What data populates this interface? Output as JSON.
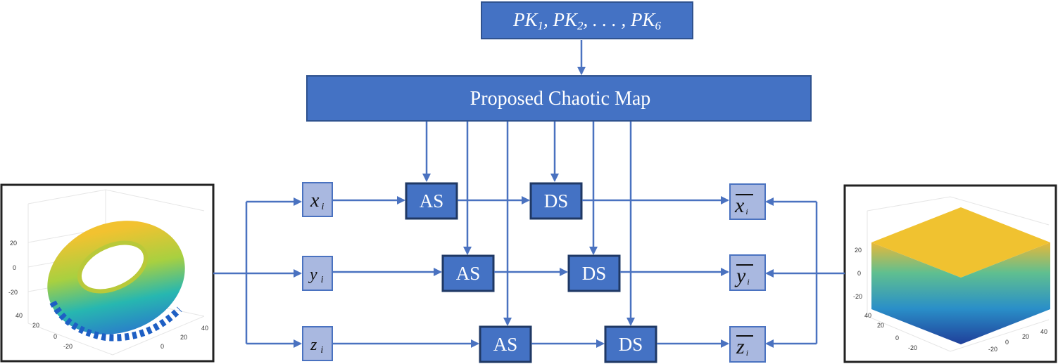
{
  "header": {
    "keys_label": "PK",
    "keys_subs": [
      "1",
      "2",
      "6"
    ],
    "keys_sep": ", ",
    "keys_ellipsis": ". . . ,"
  },
  "map": {
    "label": "Proposed Chaotic Map"
  },
  "rows": [
    {
      "input": "x",
      "sub": "i",
      "as": "AS",
      "ds": "DS",
      "output": "x",
      "out_sub": "i"
    },
    {
      "input": "y",
      "sub": "i",
      "as": "AS",
      "ds": "DS",
      "output": "y",
      "out_sub": "i"
    },
    {
      "input": "z",
      "sub": "i",
      "as": "AS",
      "ds": "DS",
      "output": "z",
      "out_sub": "i"
    }
  ],
  "left_plot": {
    "ticks_y": [
      "20",
      "0",
      "-20"
    ],
    "ticks_x1": [
      "40",
      "20",
      "0",
      "-20"
    ],
    "ticks_x2": [
      "0",
      "20",
      "40"
    ]
  },
  "right_plot": {
    "ticks_y": [
      "20",
      "0",
      "-20"
    ],
    "ticks_x1": [
      "40",
      "20",
      "0",
      "-20"
    ],
    "ticks_x2": [
      "-20",
      "0",
      "20",
      "40"
    ]
  },
  "colors": {
    "box_fill": "#4472c4",
    "box_stroke": "#2f528f",
    "var_fill": "#a9b8e0",
    "arrow": "#4a72c0"
  }
}
